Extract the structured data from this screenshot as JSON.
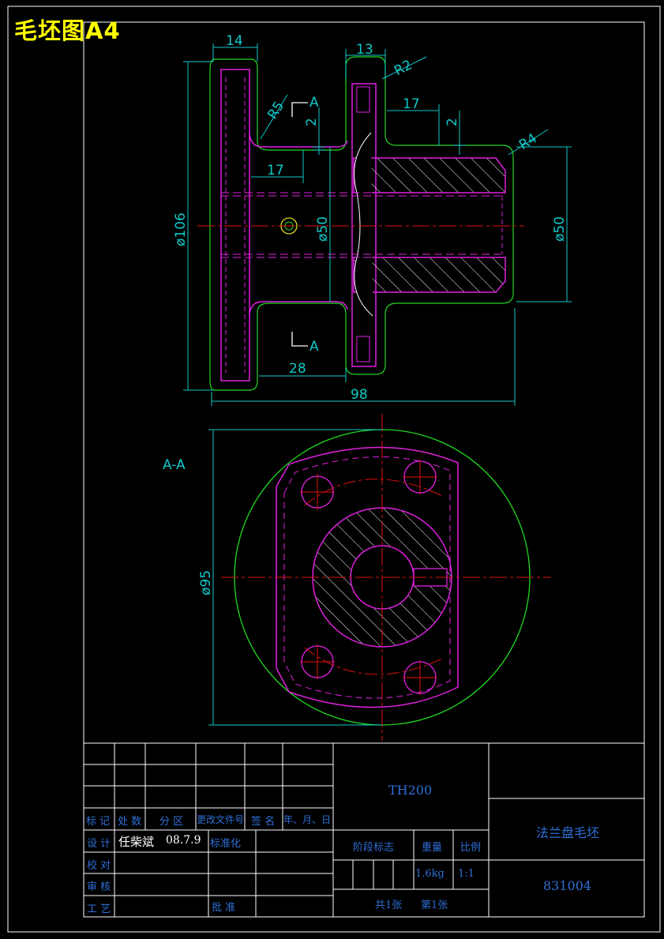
{
  "sheet_title": "毛坯图A4",
  "front_view": {
    "dims": {
      "width_14": "14",
      "width_13": "13",
      "radius_r2": "R2",
      "radius_r5": "R5",
      "radius_r4": "R4",
      "len_17_top": "17",
      "len_17_left": "17",
      "gap_2_left": "2",
      "gap_2_right": "2",
      "len_28": "28",
      "len_98": "98",
      "dia_106": "ø106",
      "dia_50_inner": "ø50",
      "dia_50_outer": "ø50"
    },
    "section_labels": {
      "top": "A",
      "bottom": "A"
    }
  },
  "section_view": {
    "label": "A-A",
    "dia_95": "ø95"
  },
  "title_block": {
    "header_row": [
      "标 记",
      "处 数",
      "分 区",
      "更改文件号",
      "签 名",
      "年、月、日"
    ],
    "row_design": {
      "label": "设 计",
      "name": "任柴斌",
      "date": "08.7.9",
      "std_label": "标准化"
    },
    "row_check": "校 对",
    "row_review": "审 核",
    "row_process": "工 艺",
    "approve": "批 准",
    "material": "TH200",
    "stage_label": "阶段标志",
    "weight_label": "重量",
    "scale_label": "比例",
    "weight": "1.6kg",
    "scale": "1:1",
    "sheets_total": "共1张",
    "sheet_no": "第1张",
    "part_name": "法兰盘毛坯",
    "drawing_no": "831004"
  },
  "colors": {
    "background": "#000000",
    "border": "#ffffff",
    "outline_green": "#22d822",
    "part_magenta": "#e020e0",
    "dimension_cyan": "#10c8c8",
    "centerline_red": "#e01010",
    "title_block_text": "#2f6fd6",
    "sheet_title": "#ffff00"
  }
}
